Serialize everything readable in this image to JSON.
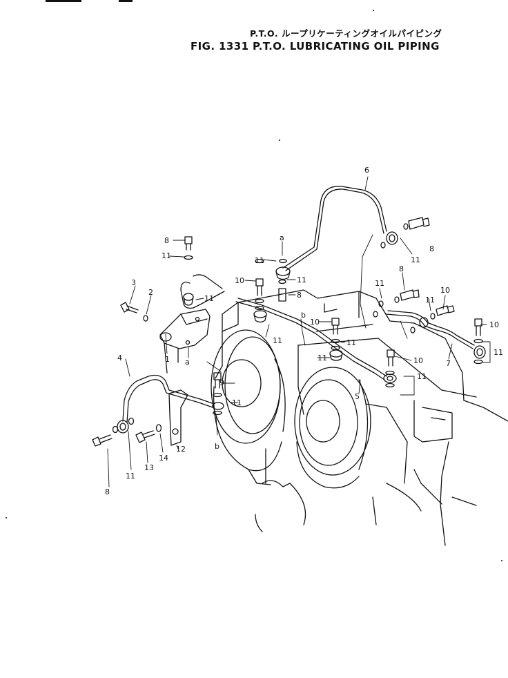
{
  "header": {
    "title_jp": "P.T.O. ループリケーティングオイルパイピング",
    "title_en": "FIG. 1331  P.T.O. LUBRICATING OIL PIPING"
  },
  "callouts": {
    "c1": "1",
    "c2": "2",
    "c3": "3",
    "c4": "4",
    "c5": "5",
    "c6": "6",
    "c7": "7",
    "c8a": "8",
    "c8b": "8",
    "c8c": "8",
    "c8d": "8",
    "c8e": "8",
    "c9": "9",
    "c10a": "10",
    "c10b": "10",
    "c10c": "10",
    "c10d": "10",
    "c10e": "10",
    "c11a": "11",
    "c11b": "11",
    "c11c": "11",
    "c11d": "11",
    "c11e": "11",
    "c11f": "11",
    "c11g": "11",
    "c11h": "11",
    "c11i": "11",
    "c11j": "11",
    "c11k": "11",
    "c11l": "11",
    "c11m": "11",
    "c11n": "11",
    "c12": "12",
    "c13": "13",
    "c14": "14",
    "ca1": "a",
    "ca2": "a",
    "cb1": "b",
    "cb2": "b"
  },
  "colors": {
    "line": "#111111",
    "background": "#ffffff"
  }
}
